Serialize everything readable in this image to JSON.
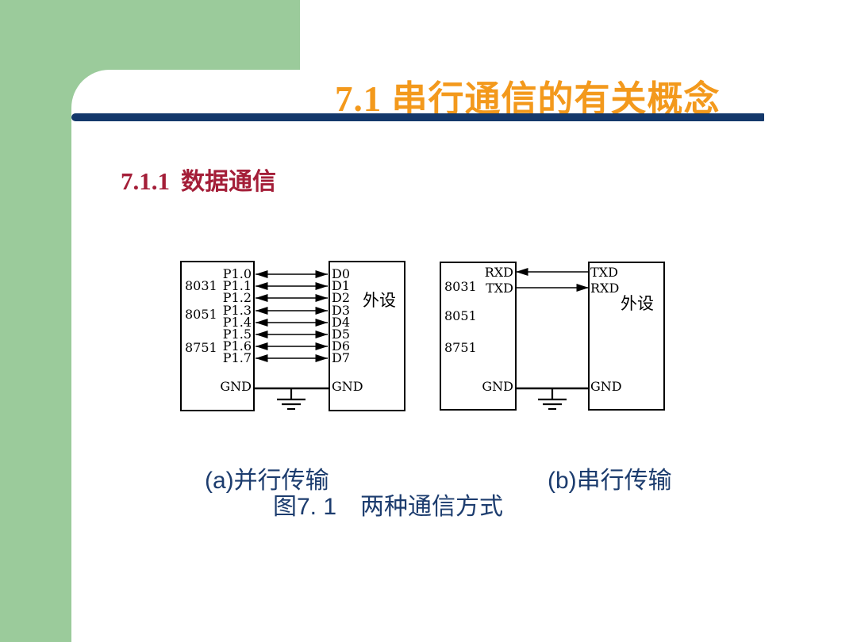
{
  "header": {
    "title": "7.1  串行通信的有关概念"
  },
  "section": {
    "number": "7.1.1",
    "label": "数据通信"
  },
  "figure": {
    "diagram_a": {
      "chips": [
        "8031",
        "8051",
        "8751"
      ],
      "left_pins": [
        "P1.0",
        "P1.1",
        "P1.2",
        "P1.3",
        "P1.4",
        "P1.5",
        "P1.6",
        "P1.7"
      ],
      "right_pins": [
        "D0",
        "D1",
        "D2",
        "D3",
        "D4",
        "D5",
        "D6",
        "D7"
      ],
      "left_gnd": "GND",
      "right_gnd": "GND",
      "peripheral": "外设"
    },
    "diagram_b": {
      "chips": [
        "8031",
        "8051",
        "8751"
      ],
      "left_pins": [
        "RXD",
        "TXD"
      ],
      "right_pins": [
        "TXD",
        "RXD"
      ],
      "left_gnd": "GND",
      "right_gnd": "GND",
      "peripheral": "外设"
    },
    "caption_a": "(a)并行传输",
    "caption_b": "(b)串行传输",
    "caption": "图7. 1　两种通信方式"
  },
  "colors": {
    "accent_green": "#9BCB9B",
    "title_orange": "#F3991C",
    "heading_red": "#A41E38",
    "divider_navy": "#14386B",
    "caption_navy": "#1C3C6E",
    "diagram_ink": "#000000"
  }
}
